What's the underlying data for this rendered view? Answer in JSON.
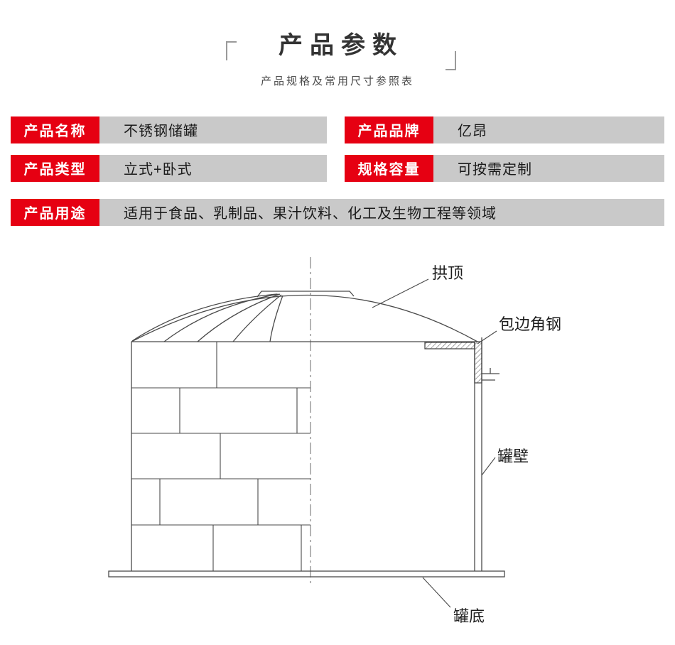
{
  "header": {
    "title": "产品参数",
    "subtitle": "产品规格及常用尺寸参照表"
  },
  "spec_table": {
    "rows": [
      {
        "label": "产品名称",
        "value": "不锈钢储罐"
      },
      {
        "label": "产品品牌",
        "value": "亿昂"
      },
      {
        "label": "产品类型",
        "value": "立式+卧式"
      },
      {
        "label": "规格容量",
        "value": "可按需定制"
      },
      {
        "label": "产品用途",
        "value": "适用于食品、乳制品、果汁饮料、化工及生物工程等领域"
      }
    ]
  },
  "diagram": {
    "labels": {
      "dome": "拱顶",
      "edge_angle": "包边角钢",
      "wall": "罐壁",
      "bottom": "罐底"
    }
  },
  "colors": {
    "accent_red": "#e60012",
    "cell_gray": "#c9c9c9",
    "line_gray": "#4a4a4a"
  }
}
